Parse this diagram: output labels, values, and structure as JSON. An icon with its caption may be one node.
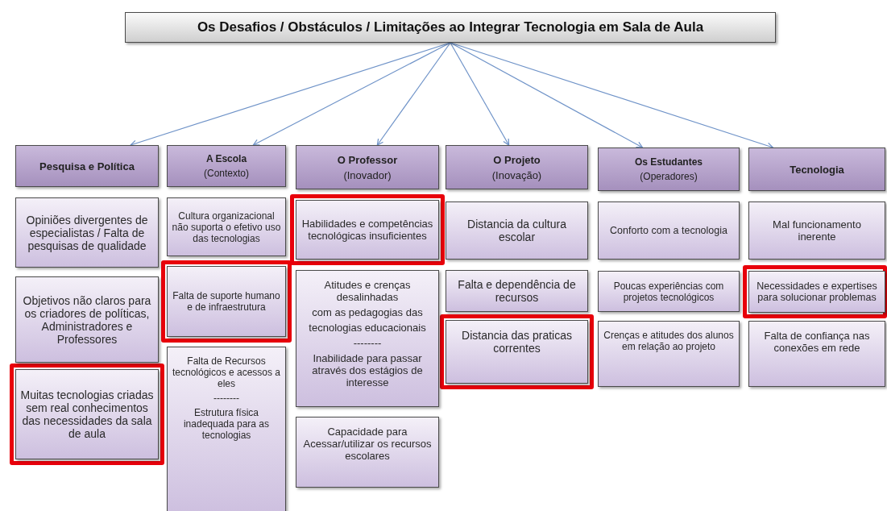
{
  "diagram": {
    "nodes": [
      {
        "text": [
          "Os Desafios / Obstáculos /  Limitações ao Integrar Tecnologia em Sala de Aula"
        ]
      },
      {
        "text": [
          "Pesquisa e Política"
        ]
      },
      {
        "text": [
          "A Escola",
          "(Contexto)"
        ]
      },
      {
        "text": [
          "O Professor",
          "(Inovador)"
        ]
      },
      {
        "text": [
          "O Projeto",
          "(Inovação)"
        ]
      },
      {
        "text": [
          "Os Estudantes",
          "(Operadores)"
        ]
      },
      {
        "text": [
          "Tecnologia"
        ]
      },
      {
        "text": [
          "Opiniões divergentes de especialistas / Falta de pesquisas de qualidade"
        ]
      },
      {
        "text": [
          "Objetivos não claros para os criadores de políticas, Administradores e Professores"
        ]
      },
      {
        "text": [
          "Muitas tecnologias criadas sem real conhecimentos das necessidades da sala de aula"
        ]
      },
      {
        "text": [
          "Cultura organizacional não suporta  o efetivo uso das tecnologias"
        ]
      },
      {
        "text": [
          "Falta de suporte humano e de infraestrutura"
        ]
      },
      {
        "text": [
          "Falta de Recursos tecnológicos e acessos a eles",
          "--------",
          "Estrutura física inadequada para as tecnologias"
        ]
      },
      {
        "text": [
          "Habilidades e competências tecnológicas insuficientes"
        ]
      },
      {
        "text": [
          "Atitudes e crenças desalinhadas",
          "com as pedagogias das",
          "tecnologias educacionais",
          "--------",
          "Inabilidade para passar através dos estágios de interesse"
        ]
      },
      {
        "text": [
          "Capacidade para Acessar/utilizar os recursos escolares"
        ]
      },
      {
        "text": [
          "Distancia da cultura escolar"
        ]
      },
      {
        "text": [
          "Falta e dependência  de recursos"
        ]
      },
      {
        "text": [
          "Distancia das praticas correntes"
        ]
      },
      {
        "text": [
          "Conforto com a tecnologia"
        ]
      },
      {
        "text": [
          "Poucas experiências com projetos tecnológicos"
        ]
      },
      {
        "text": [
          "Crenças e atitudes dos alunos em relação ao projeto"
        ]
      },
      {
        "text": [
          "Mal funcionamento inerente"
        ]
      },
      {
        "text": [
          "Necessidades e expertises para solucionar problemas"
        ]
      },
      {
        "text": [
          "Falta de confiança nas conexões em rede"
        ]
      }
    ],
    "edges": [
      {
        "from": 0,
        "to": 1,
        "arrow": "to"
      },
      {
        "from": 0,
        "to": 2,
        "arrow": "to"
      },
      {
        "from": 0,
        "to": 3,
        "arrow": "to"
      },
      {
        "from": 0,
        "to": 4,
        "arrow": "to"
      },
      {
        "from": 0,
        "to": 5,
        "arrow": "to"
      },
      {
        "from": 0,
        "to": 6,
        "arrow": "to"
      }
    ]
  }
}
